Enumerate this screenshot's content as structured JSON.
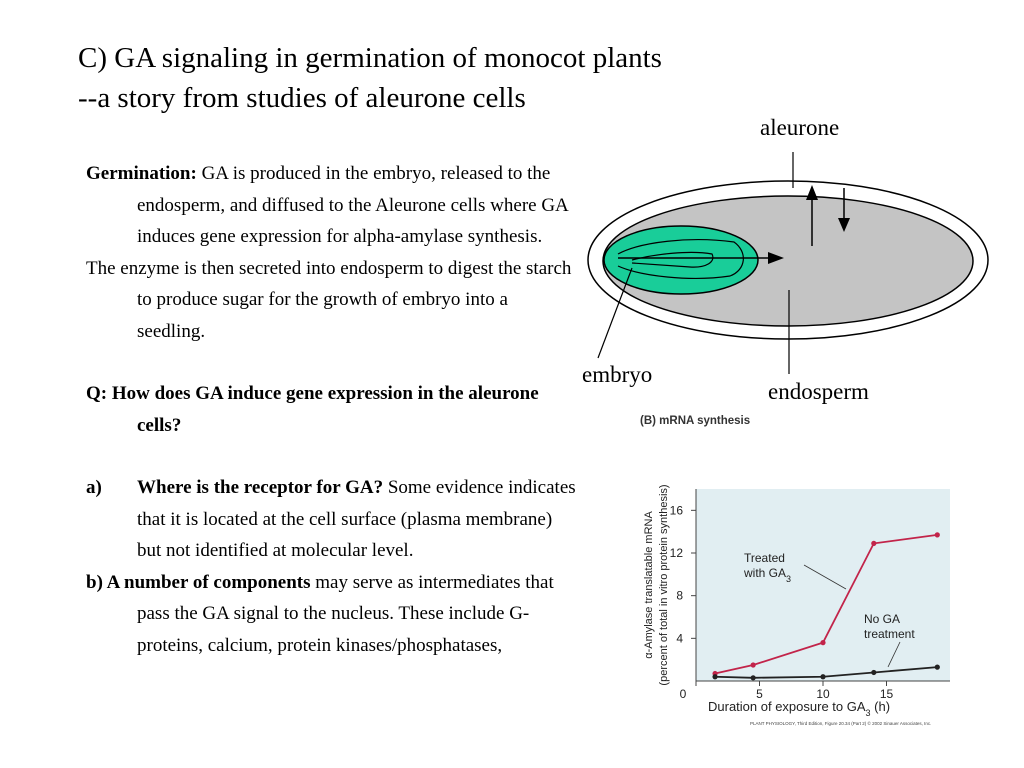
{
  "title": {
    "line1": "C) GA signaling in germination of monocot plants",
    "line2": "--a story from studies of aleurone cells"
  },
  "body": {
    "germination_label": "Germination:",
    "germination_text1": " GA is produced in the embryo, released to the endosperm, and diffused to the Aleurone cells where GA induces gene expression for alpha-amylase synthesis.",
    "germination_text2": "The enzyme is then secreted into endosperm to digest the starch to produce sugar for the growth of embryo into a seedling.",
    "question": "Q: How does GA induce gene expression in the aleurone cells?",
    "item_a_marker": "a)",
    "item_a_bold": "Where is the receptor for GA?",
    "item_a_text": " Some evidence indicates that it is located at the cell surface (plasma membrane) but not identified at molecular level.",
    "item_b_bold": "b) A number of components",
    "item_b_text": " may serve as intermediates that pass the GA signal to the nucleus. These include G-proteins, calcium, protein kinases/phosphatases,"
  },
  "diagram": {
    "aleurone_label": "aleurone",
    "embryo_label": "embryo",
    "endosperm_label": "endosperm",
    "colors": {
      "endosperm": "#c4c4c4",
      "embryo": "#19cd99",
      "outline": "#000000"
    }
  },
  "figure": {
    "panel_label": "(B) mRNA synthesis",
    "credit": "PLANT PHYSIOLOGY, Third Edition, Figure 20.34 (Part 2)  © 2002 Sinauer Associates, Inc."
  },
  "chart_data": {
    "type": "line",
    "xlabel": "Duration of exposure to GA3 (h)",
    "ylabel": "α-Amylase translatable mRNA (percent of total in vitro protein synthesis)",
    "xlim": [
      0,
      20
    ],
    "ylim": [
      0,
      18
    ],
    "xticks": [
      0,
      5,
      10,
      15
    ],
    "yticks": [
      4,
      8,
      12,
      16
    ],
    "grid": false,
    "background": "#e1eef2",
    "series": [
      {
        "name": "Treated with GA3",
        "color": "#c2244a",
        "x": [
          1.5,
          4.5,
          10,
          14,
          19
        ],
        "y": [
          0.7,
          1.5,
          3.6,
          12.9,
          13.7
        ]
      },
      {
        "name": "No GA treatment",
        "color": "#222222",
        "x": [
          1.5,
          4.5,
          10,
          14,
          19
        ],
        "y": [
          0.4,
          0.3,
          0.4,
          0.8,
          1.3
        ]
      }
    ]
  }
}
